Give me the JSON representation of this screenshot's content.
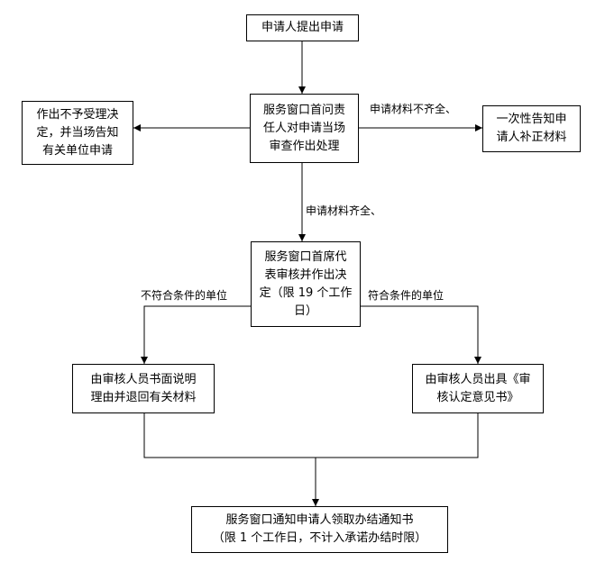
{
  "boxes": {
    "submit": "申请人提出申请",
    "review": "服务窗口首问责\n任人对申请当场\n审查作出处理",
    "reject": "作出不予受理决\n定，并当场告知\n有关单位申请",
    "notify_missing": "一次性告知申\n请人补正材料",
    "decide": "服务窗口首席代\n表审核并作出决\n定（限 19 个工作\n日）",
    "explain": "由审核人员书面说明\n理由并退回有关材料",
    "certificate": "由审核人员出具《审\n核认定意见书》",
    "final": "服务窗口通知申请人领取办结通知书\n（限 1 个工作日，不计入承诺办结时限）"
  },
  "labels": {
    "incomplete": "申请材料不齐全、",
    "complete": "申请材料齐全、",
    "not_qualified": "不符合条件的单位",
    "qualified": "符合条件的单位"
  }
}
